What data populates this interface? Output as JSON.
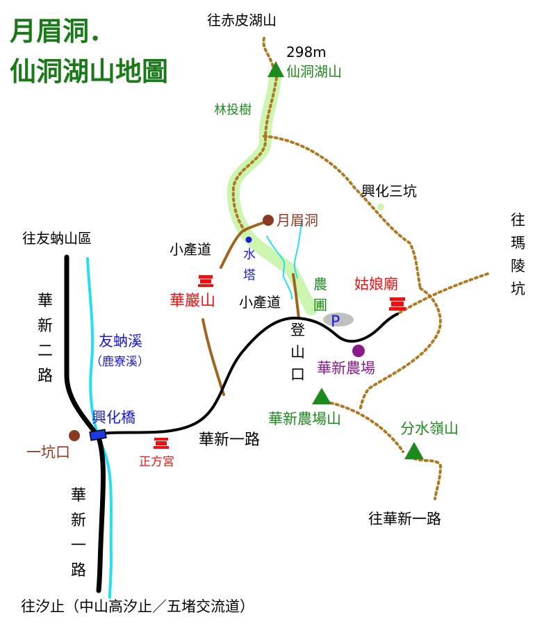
{
  "title": {
    "line1": "月眉洞．",
    "line2": "仙洞湖山地圖"
  },
  "colors": {
    "title": "#1a7a1a",
    "road": "#000000",
    "river": "#22e0f0",
    "trail": "#a0641e",
    "dotted_trail": "#b07820",
    "ridge_highlight": "#ccf5b0",
    "peak": "#1d8a1d",
    "temple": "#ee1111",
    "cave": "#8b3a22",
    "farm": "#8a1a8a",
    "water_tower": "#1a1ad0",
    "parking": "#c0c0c0"
  },
  "labels": {
    "to_chipi_lake": "往赤皮湖山",
    "elevation": "298m",
    "xiandong_peak": "仙洞湖山",
    "forest_trail": "林投樹",
    "xinghua_pit3": "興化三坑",
    "yuemei_cave": "月眉洞",
    "water": "水",
    "tower": "塔",
    "industrial_road_1": "小產道",
    "industrial_road_2": "小產道",
    "huayan_mountain": "華巖山",
    "farm_1": "農",
    "farm_2": "圃",
    "parking": "P",
    "guniang_temple": "姑娘廟",
    "to_mali_1": "往",
    "to_mali_2": "瑪",
    "to_mali_3": "陵",
    "to_mali_4": "坑",
    "trailhead_1": "登",
    "trailhead_2": "山",
    "trailhead_3": "口",
    "huaxin_farm": "華新農場",
    "huaxin_farm_mt": "華新農場山",
    "fenshui_ridge": "分水嶺山",
    "to_huaxin_rd1": "往華新一路",
    "to_younashan": "往友蚋山區",
    "huaxin_rd2_1": "華",
    "huaxin_rd2_2": "新",
    "huaxin_rd2_3": "二",
    "huaxin_rd2_4": "路",
    "youna_creek": "友蚋溪",
    "luliao_creek": "（鹿寮溪）",
    "xinghua_bridge": "興化橋",
    "yikeng_kou": "一坑口",
    "zhengfang_temple": "正方宮",
    "huaxin_rd1": "華新一路",
    "huaxin_rd1v_1": "華",
    "huaxin_rd1v_2": "新",
    "huaxin_rd1v_3": "一",
    "huaxin_rd1v_4": "路",
    "to_xizhi": "往汐止（中山高汐止／五堵交流道）"
  }
}
